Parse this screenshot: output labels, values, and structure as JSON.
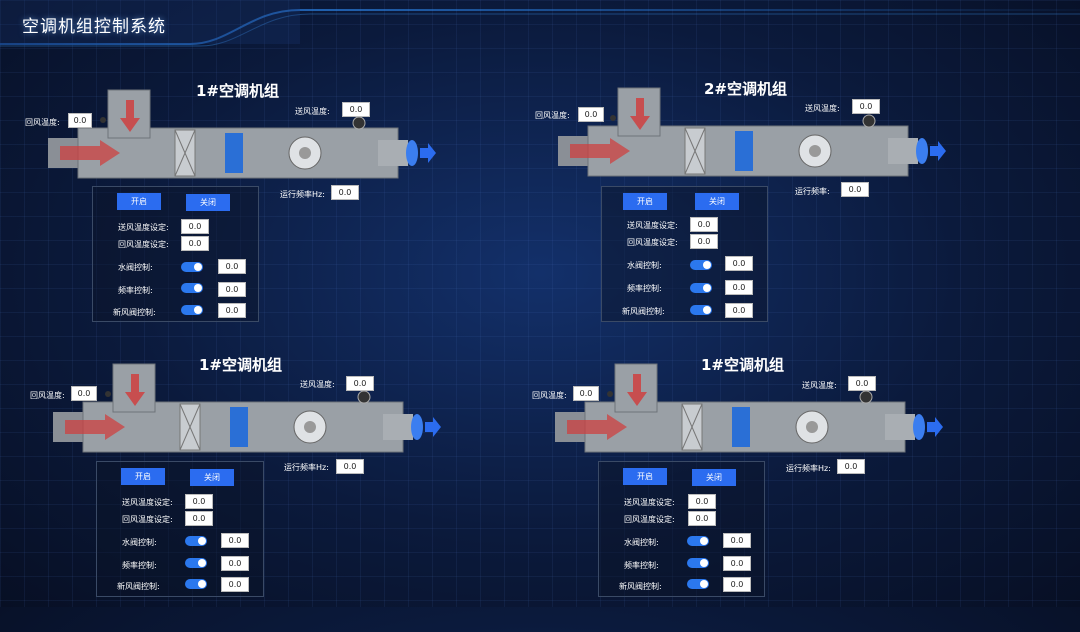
{
  "header": {
    "title": "空调机组控制系统"
  },
  "labels": {
    "return_temp": "回风温度:",
    "supply_temp": "送风温度:",
    "run_freq_hz": "运行频率Hz:",
    "run_freq": "运行频率:",
    "open": "开启",
    "close": "关闭",
    "supply_set": "送风温度设定:",
    "return_set": "回风温度设定:",
    "water_valve": "水阀控制:",
    "freq_ctrl": "频率控制:",
    "fresh_valve": "新风阀控制:"
  },
  "units": [
    {
      "title": "1#空调机组",
      "return_temp": "0.0",
      "supply_temp": "0.0",
      "freq": "0.0",
      "supply_set": "0.0",
      "return_set": "0.0",
      "water_valve": "0.0",
      "freq_ctrl": "0.0",
      "fresh_valve": "0.0"
    },
    {
      "title": "2#空调机组",
      "return_temp": "0.0",
      "supply_temp": "0.0",
      "freq": "0.0",
      "supply_set": "0.0",
      "return_set": "0.0",
      "water_valve": "0.0",
      "freq_ctrl": "0.0",
      "fresh_valve": "0.0"
    },
    {
      "title": "1#空调机组",
      "return_temp": "0.0",
      "supply_temp": "0.0",
      "freq": "0.0",
      "supply_set": "0.0",
      "return_set": "0.0",
      "water_valve": "0.0",
      "freq_ctrl": "0.0",
      "fresh_valve": "0.0"
    },
    {
      "title": "1#空调机组",
      "return_temp": "0.0",
      "supply_temp": "0.0",
      "freq": "0.0",
      "supply_set": "0.0",
      "return_set": "0.0",
      "water_valve": "0.0",
      "freq_ctrl": "0.0",
      "fresh_valve": "0.0"
    }
  ],
  "colors": {
    "accent": "#2b6cf0",
    "toggle_on": "#2b78ee",
    "background": "#0a1530"
  }
}
